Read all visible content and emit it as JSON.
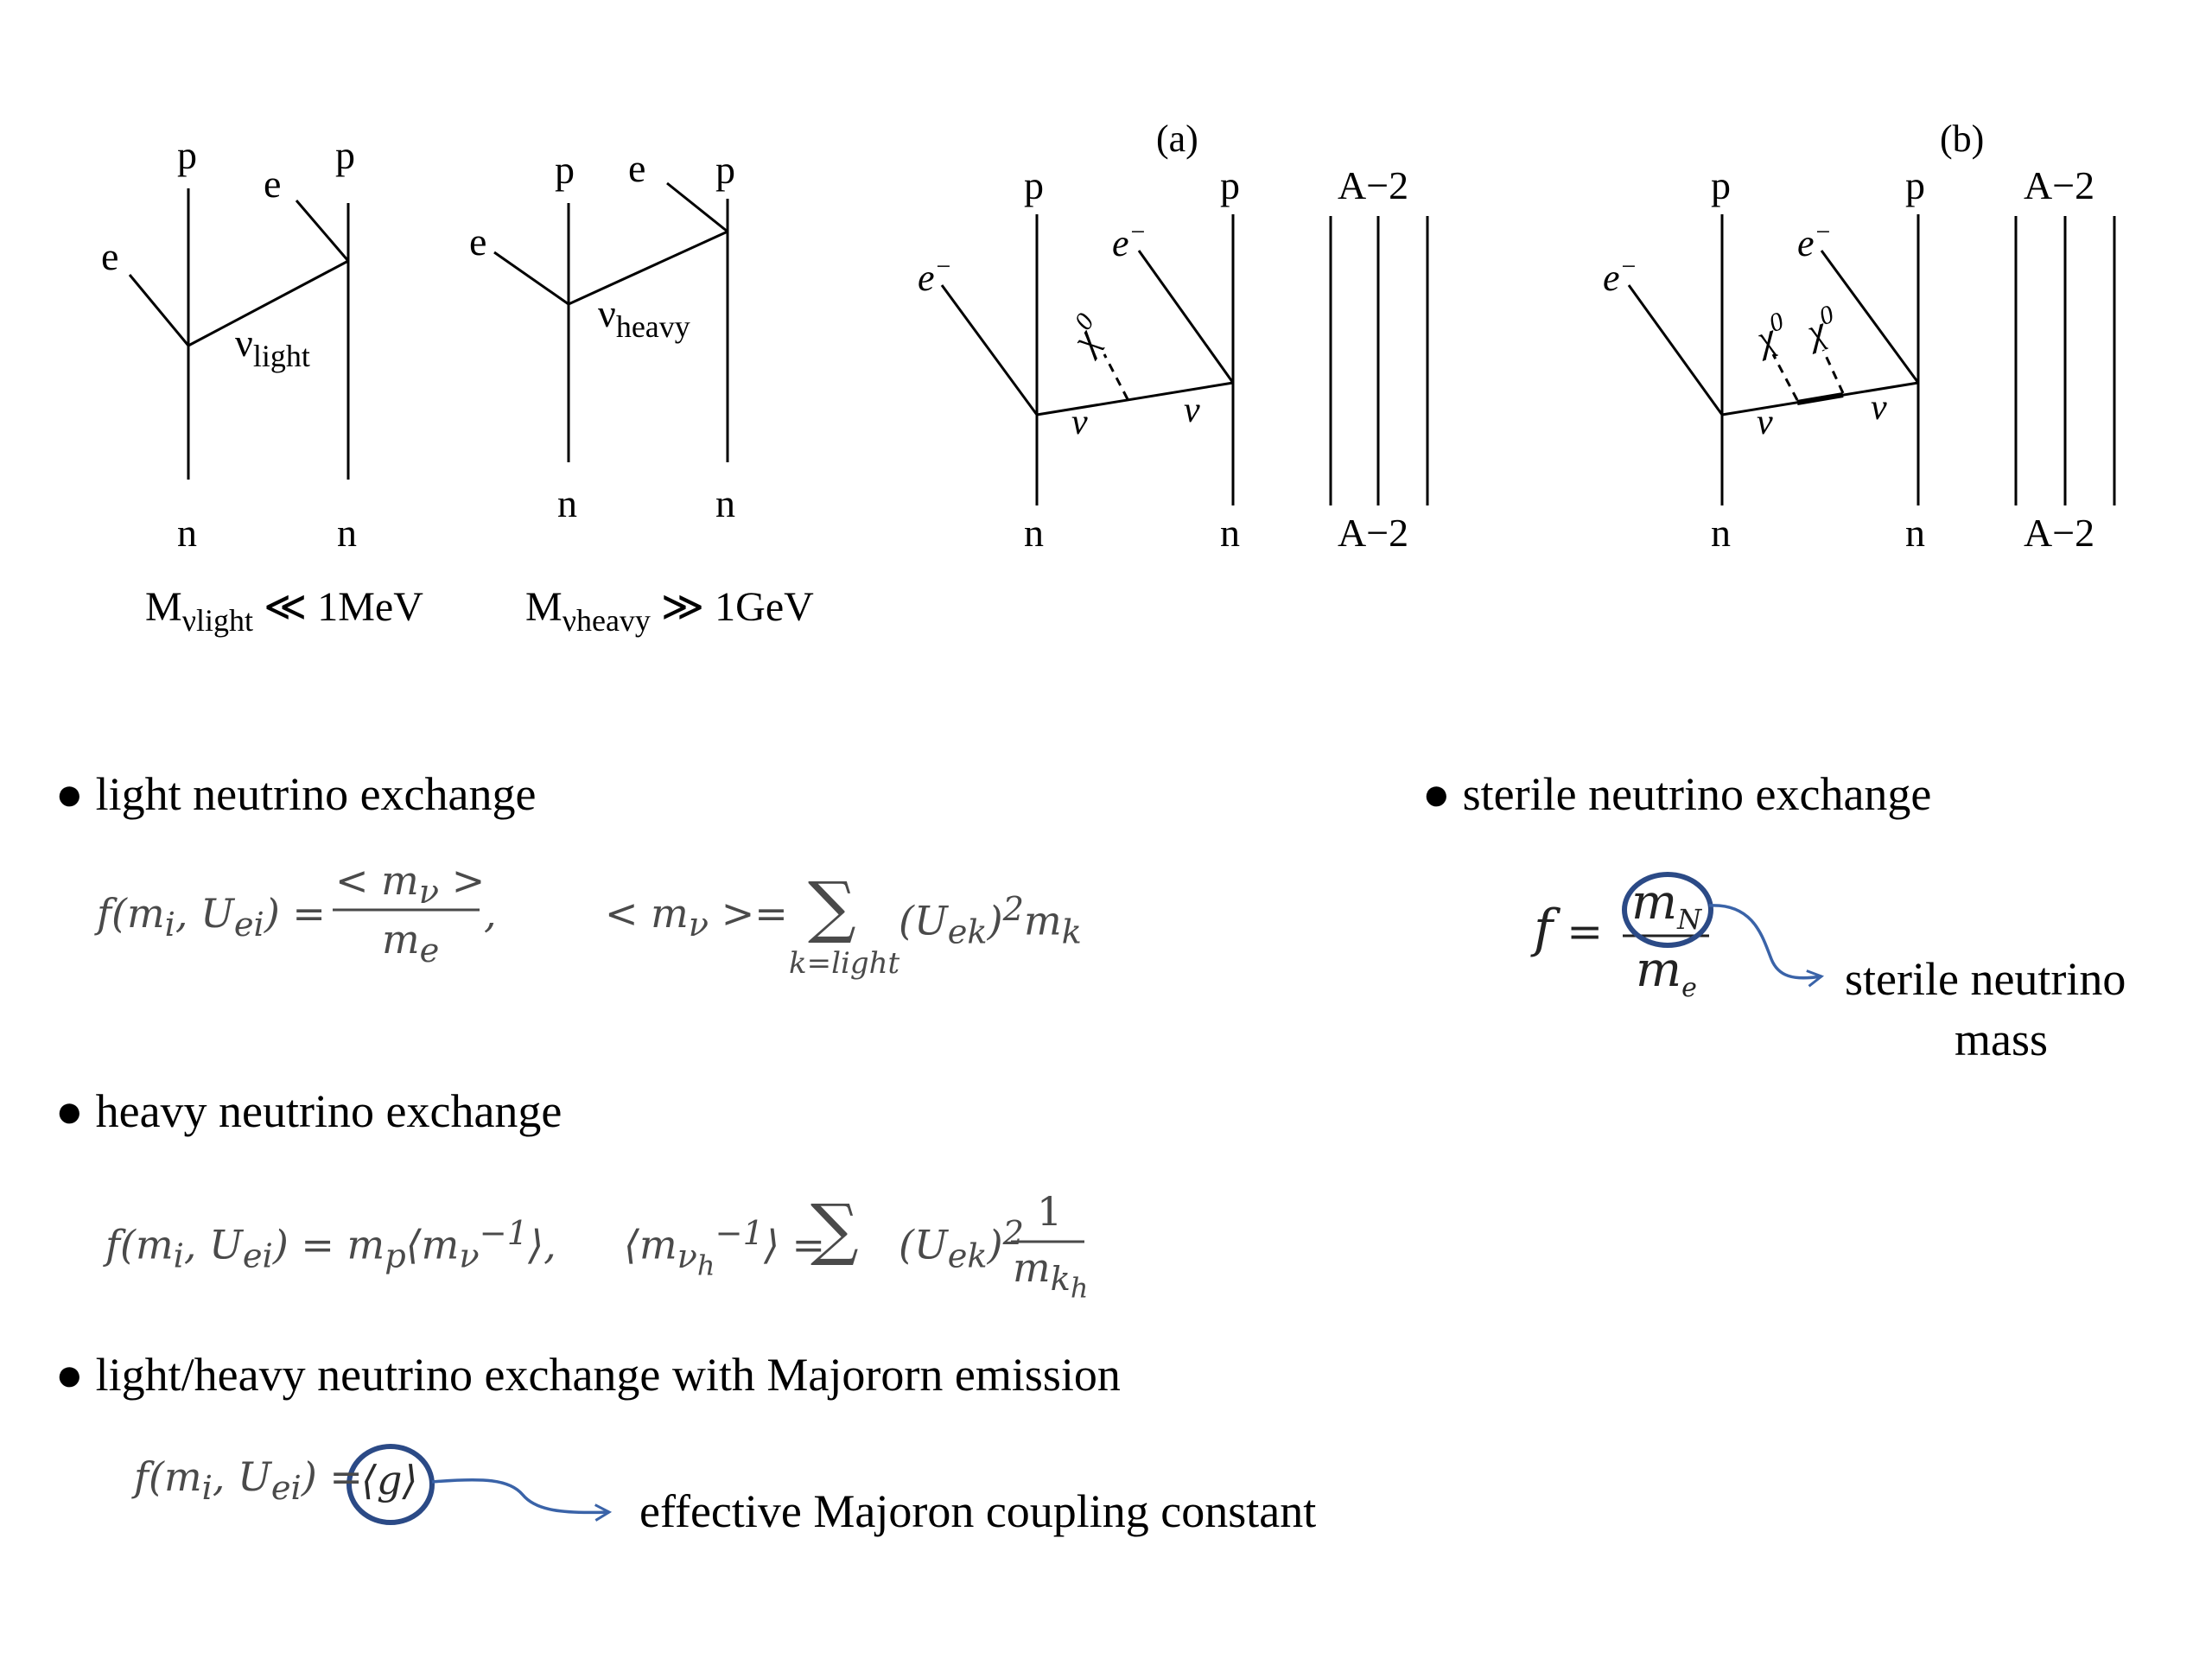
{
  "diagrams": {
    "light": {
      "p1": "p",
      "p2": "p",
      "e1": "e",
      "e2": "e",
      "n1": "n",
      "n2": "n",
      "nu": "ν",
      "nu_sub": "light",
      "mass": {
        "M": "M",
        "sub": "νlight",
        "rel": "≪ 1MeV"
      }
    },
    "heavy": {
      "p1": "p",
      "p2": "p",
      "e1": "e",
      "e2": "e",
      "n1": "n",
      "n2": "n",
      "nu": "ν",
      "nu_sub": "heavy",
      "mass": {
        "M": "M",
        "sub": "νheavy",
        "rel": "≫ 1GeV"
      }
    },
    "a": {
      "tag": "(a)",
      "p1": "p",
      "p2": "p",
      "A_top": "A−2",
      "A_bot": "A−2",
      "e1": "e",
      "e2": "e",
      "e_sup": "−",
      "chi": "χ",
      "chi_sup": "0",
      "nu1": "ν",
      "nu2": "ν",
      "n1": "n",
      "n2": "n"
    },
    "b": {
      "tag": "(b)",
      "p1": "p",
      "p2": "p",
      "A_top": "A−2",
      "A_bot": "A−2",
      "e1": "e",
      "e2": "e",
      "e_sup": "−",
      "chi": "χ",
      "chi_sup": "0",
      "nu1": "ν",
      "nu2": "ν",
      "n1": "n",
      "n2": "n"
    }
  },
  "sections": {
    "light": {
      "bullet": "●",
      "title": "light neutrino exchange",
      "formula_f": "f(m",
      "f_parts": {
        "i": "i",
        "comma": ", U",
        "ei": "ei",
        "close": ") ="
      },
      "numerator": "< m",
      "num_sub": "ν",
      "num_close": " >",
      "denominator": "m",
      "den_sub": "e",
      "trail": ",",
      "avg_lhs": "< m",
      "avg_sub": "ν",
      "avg_close": " >=",
      "sum": "∑",
      "sum_under": "k=light",
      "term": "(U",
      "term_sub": "ek",
      "term_close": ")",
      "term_sup": "2",
      "term_m": "m",
      "term_m_sub": "k"
    },
    "heavy": {
      "bullet": "●",
      "title": "heavy neutrino exchange",
      "formula": "f(m",
      "f_parts": {
        "i": "i",
        "comma": ", U",
        "ei": "ei",
        "close": ") = m"
      },
      "mp_sub": "p",
      "mp_rest": "⟨m",
      "mp_sub2": "ν",
      "mp_sup": "−1",
      "mp_end": "⟩,",
      "avg_lhs": "⟨m",
      "avg_sub": "ν",
      "avg_subsub": "h",
      "avg_sup": "−1",
      "avg_close": "⟩ =",
      "sum": "∑",
      "term": "(U",
      "term_sub": "ek",
      "term_close": ")",
      "term_sup": "2",
      "frac_num": "1",
      "frac_den": "m",
      "frac_den_sub": "k",
      "frac_den_subsub": "h"
    },
    "majoron": {
      "bullet": "●",
      "title": "light/heavy neutrino exchange with Majororn emission",
      "formula": "f(m",
      "f_parts": {
        "i": "i",
        "comma": ", U",
        "ei": "ei",
        "close": ") ="
      },
      "g": "⟨g⟩",
      "note": "effective Majoron coupling constant"
    },
    "sterile": {
      "bullet": "●",
      "title": "sterile neutrino exchange",
      "f": "f",
      "eq": "=",
      "num": "m",
      "num_sub": "N",
      "den": "m",
      "den_sub": "e",
      "note_line1": "sterile neutrino",
      "note_line2": "mass"
    }
  },
  "colors": {
    "annotation": "#3a63a8",
    "circle": "#2b4a86",
    "formula": "#4a4a4a"
  }
}
